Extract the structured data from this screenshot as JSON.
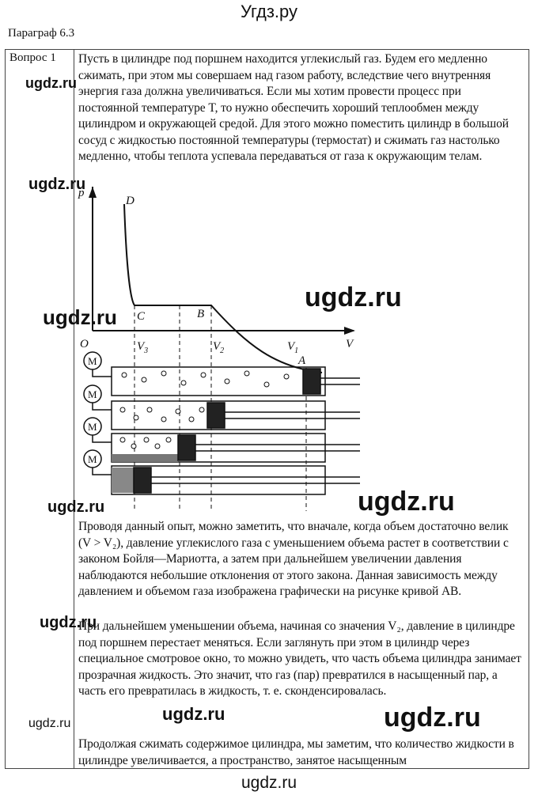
{
  "header": {
    "site_title": "Угдз.ру",
    "paragraph": "Параграф 6.3"
  },
  "question": {
    "label": "Вопрос 1",
    "text_1": "Пусть в цилиндре под поршнем находится углекислый газ. Будем его медленно сжимать, при этом мы совершаем над газом работу, вследствие чего внутренняя энергия газа должна увеличиваться. Если мы хотим провести процесс при постоянной температуре T, то нужно обеспечить хороший теплообмен между цилиндром и окружающей средой. Для этого можно поместить цилиндр в большой сосуд с жидкостью постоянной температуры (термостат) и сжимать газ настолько медленно, чтобы теплота успевала передаваться от газа к окружающим телам.",
    "text_2": "Проводя данный опыт, можно заметить, что вначале, когда объем достаточно велик (V > V₂), давление углекислого газа с уменьшением объема растет в соответствии с законом Бойля—Мариотта, а затем при дальнейшем увеличении давления наблюдаются небольшие отклонения от этого закона. Данная зависимость между давлением и объемом газа изображена графически на рисунке кривой AB.",
    "text_3": "При дальнейшем уменьшении объема, начиная со значения V₂, давление в цилиндре под поршнем перестает меняться. Если заглянуть при этом в цилиндр через специальное смотровое окно, то можно увидеть, что часть объема цилиндра занимает прозрачная жидкость. Это значит, что газ (пар) превратился в насыщенный пар, а часть его превратилась в жидкость, т. е. сконденсировалась.",
    "text_4": "Продолжая сжимать содержимое цилиндра, мы заметим, что количество жидкости в цилиндре увеличивается, а пространство, занятое насыщенным"
  },
  "figure": {
    "axis_p": "p",
    "axis_v": "V",
    "origin": "O",
    "point_d": "D",
    "point_c": "C",
    "point_b": "B",
    "point_a": "A",
    "v3": "V3",
    "v2": "V2",
    "v1": "V1",
    "manometer": "M"
  },
  "watermark": "ugdz.ru",
  "footer": "ugdz.ru"
}
